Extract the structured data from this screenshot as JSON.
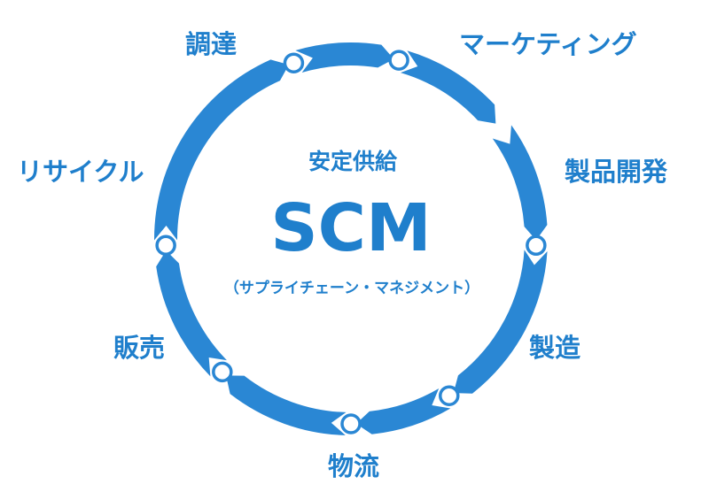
{
  "center": {
    "subtitle": "安定供給",
    "title": "SCM",
    "note": "（サプライチェーン・マネジメント）"
  },
  "stages": [
    {
      "name": "stage-marketing",
      "label": "マーケティング"
    },
    {
      "name": "stage-product-development",
      "label": "製品開発"
    },
    {
      "name": "stage-manufacturing",
      "label": "製造"
    },
    {
      "name": "stage-logistics",
      "label": "物流"
    },
    {
      "name": "stage-sales",
      "label": "販売"
    },
    {
      "name": "stage-recycling",
      "label": "リサイクル"
    },
    {
      "name": "stage-procurement",
      "label": "調達"
    }
  ],
  "colors": {
    "ring": "#2a87d4",
    "text": "#1f7fcc",
    "node_fill": "#ffffff"
  },
  "flow_direction": "clockwise"
}
